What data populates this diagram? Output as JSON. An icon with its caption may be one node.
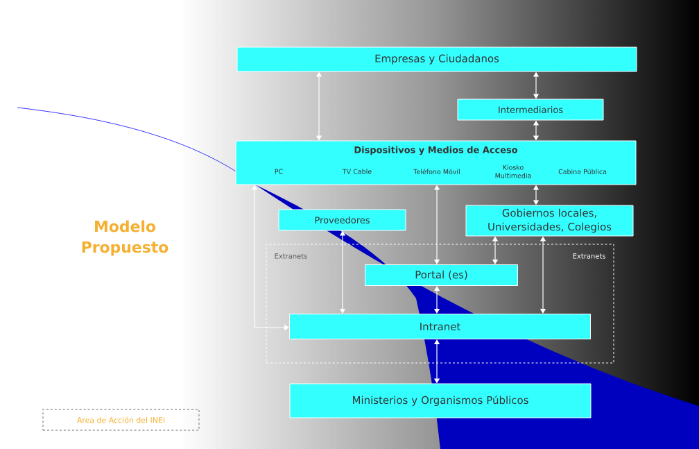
{
  "diagram": {
    "nodes": [
      {
        "text": [
          "Empresas y Ciudadanos"
        ]
      },
      {
        "text": [
          "Intermediarios"
        ]
      },
      {
        "text": [
          "Dispositivos y Medios de Acceso",
          "PC",
          "TV Cable",
          "Teléfono Móvil",
          "Kiosko Multimedia",
          "Cabina Pública"
        ]
      },
      {
        "text": [
          "Proveedores"
        ]
      },
      {
        "text": [
          "Gobiernos locales, Universidades, Colegios"
        ]
      },
      {
        "text": [
          "Extranets",
          "Extranets"
        ]
      },
      {
        "text": [
          "Portal (es)"
        ],
        "in": 5
      },
      {
        "text": [
          "Intranet"
        ],
        "in": 5
      },
      {
        "text": [
          "Ministerios y Organismos Públicos"
        ]
      },
      {
        "text": [
          "Area de Acción del INEI"
        ]
      }
    ],
    "edges": [
      {
        "from": 0,
        "to": 2,
        "arrow": "both"
      },
      {
        "from": 0,
        "to": 1,
        "arrow": "both"
      },
      {
        "from": 1,
        "to": 2,
        "arrow": "both"
      },
      {
        "from": 2,
        "to": 4,
        "arrow": "both"
      },
      {
        "from": 3,
        "to": 7,
        "arrow": "both"
      },
      {
        "from": 2,
        "to": 6,
        "arrow": "both"
      },
      {
        "from": 4,
        "to": 6,
        "arrow": "both"
      },
      {
        "from": 4,
        "to": 7,
        "arrow": "both"
      },
      {
        "from": 6,
        "to": 7,
        "arrow": "both"
      },
      {
        "from": 7,
        "to": 8,
        "arrow": "both"
      },
      {
        "from": 7,
        "to": 2,
        "arrow": "both"
      }
    ],
    "labels": [
      "Modelo Propuesto"
    ]
  }
}
